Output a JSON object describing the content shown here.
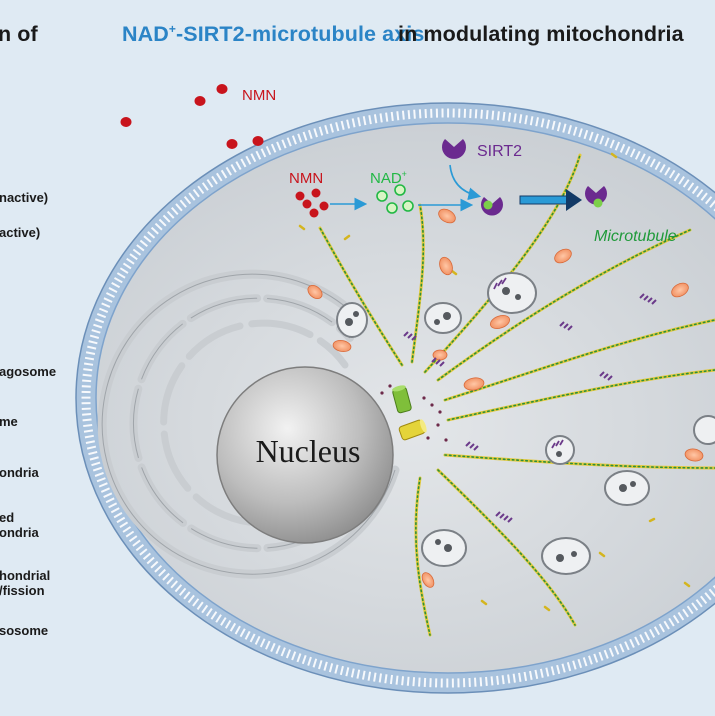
{
  "title": {
    "prefix": "n of",
    "highlight_main": "NAD",
    "highlight_sup": "+",
    "highlight_rest": "-SIRT2-microtubule axis",
    "suffix": "in modulating mitochondria"
  },
  "legend": [
    {
      "line1": "nactive)",
      "line2": ""
    },
    {
      "line1": "active)",
      "line2": ""
    },
    {
      "line1": "agosome",
      "line2": ""
    },
    {
      "line1": "me",
      "line2": ""
    },
    {
      "line1": "ondria",
      "line2": ""
    },
    {
      "line1": "ed",
      "line2": "ondria"
    },
    {
      "line1": "hondrial",
      "line2": "/fission"
    },
    {
      "line1": "sosome",
      "line2": ""
    }
  ],
  "labels": {
    "nmn_outside": "NMN",
    "nmn_inside": "NMN",
    "nad_main": "NAD",
    "nad_sup": "+",
    "sirt2": "SIRT2",
    "microtubule": "Microtubule",
    "nucleus": "Nucleus"
  },
  "colors": {
    "title_highlight": "#2b84c6",
    "nmn": "#c8141c",
    "nad": "#22b845",
    "sirt2": "#6b2a8f",
    "microtubule_text": "#1f9a3a",
    "membrane": "#7ea3cc",
    "cytoplasm": "#d3d7db",
    "arrow": "#2a9ad6"
  },
  "icons": [
    "nmn-molecule-icon",
    "nad-molecule-icon",
    "sirt2-enzyme-icon",
    "mitochondria-icon",
    "autophagosome-icon",
    "lysosome-icon",
    "centrosome-icon"
  ]
}
